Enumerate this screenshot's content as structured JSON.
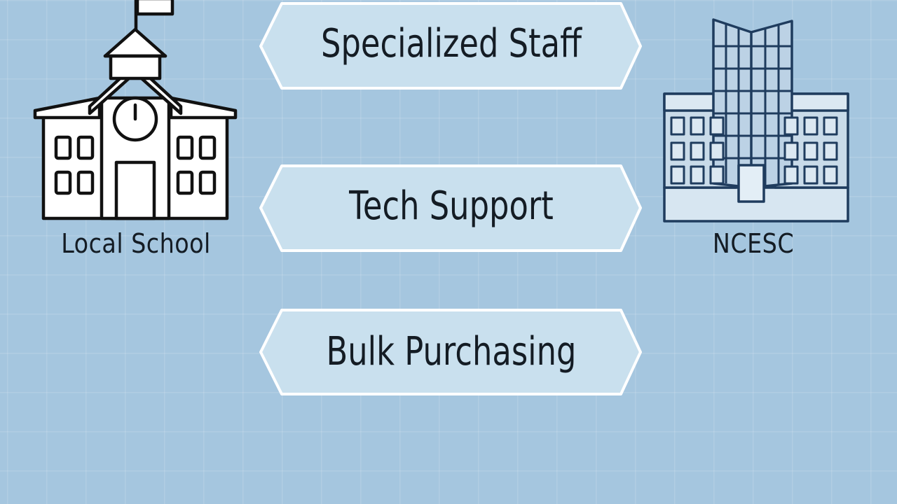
{
  "nodes": {
    "left": {
      "label": "Local School",
      "icon": "school-building-icon"
    },
    "right": {
      "label": "NCESC",
      "icon": "office-building-icon"
    }
  },
  "connections": [
    {
      "label": "Specialized Staff"
    },
    {
      "label": "Tech Support"
    },
    {
      "label": "Bulk Purchasing"
    }
  ],
  "colors": {
    "background": "#a5c6df",
    "arrow_fill": "#c9e0ee",
    "arrow_stroke": "#ffffff",
    "text": "#141c24",
    "ncesc_outline": "#1f3c5e"
  }
}
